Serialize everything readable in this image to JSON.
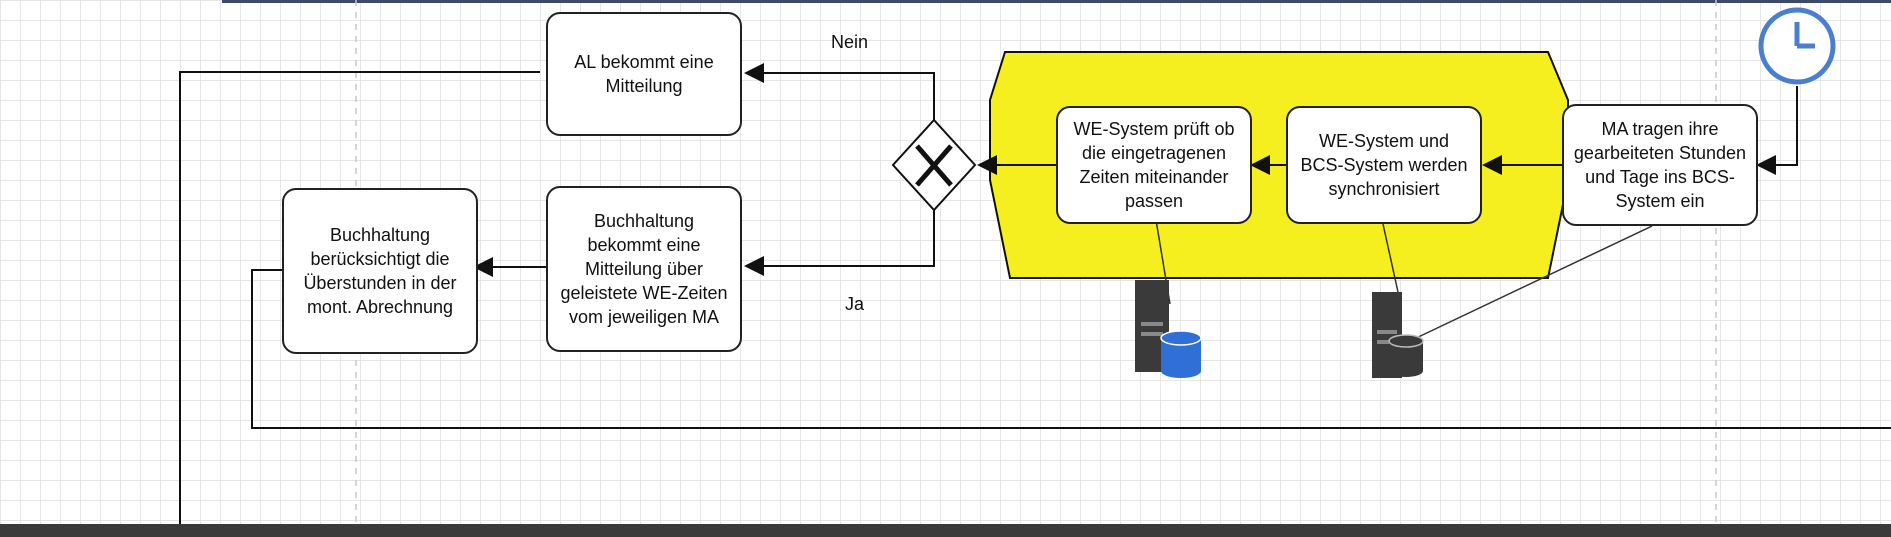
{
  "nodes": {
    "al_notice": "AL bekommt eine Mitteilung",
    "accounting_notice": "Buchhaltung bekommt eine Mitteilung über geleistete WE-Zeiten vom jeweiligen MA",
    "accounting_considers": "Buchhaltung berücksichtigt die Überstunden in der mont. Abrechnung",
    "we_check": "WE-System prüft ob die eingetragenen Zeiten miteinander passen",
    "sync": "WE-System und BCS-System werden synchronisiert",
    "ma_enter": "MA tragen ihre gearbeiteten Stunden und Tage ins BCS-System ein"
  },
  "labels": {
    "no": "Nein",
    "yes": "Ja"
  },
  "colors": {
    "process_fill": "#f5ef1f",
    "timer_stroke": "#4a7fd0",
    "database_blue": "#2f6fd6",
    "server_dark": "#3a3a3a"
  },
  "icons": [
    "timer-icon",
    "gateway-x-icon",
    "server-database-icon-blue",
    "server-database-icon-gray"
  ]
}
